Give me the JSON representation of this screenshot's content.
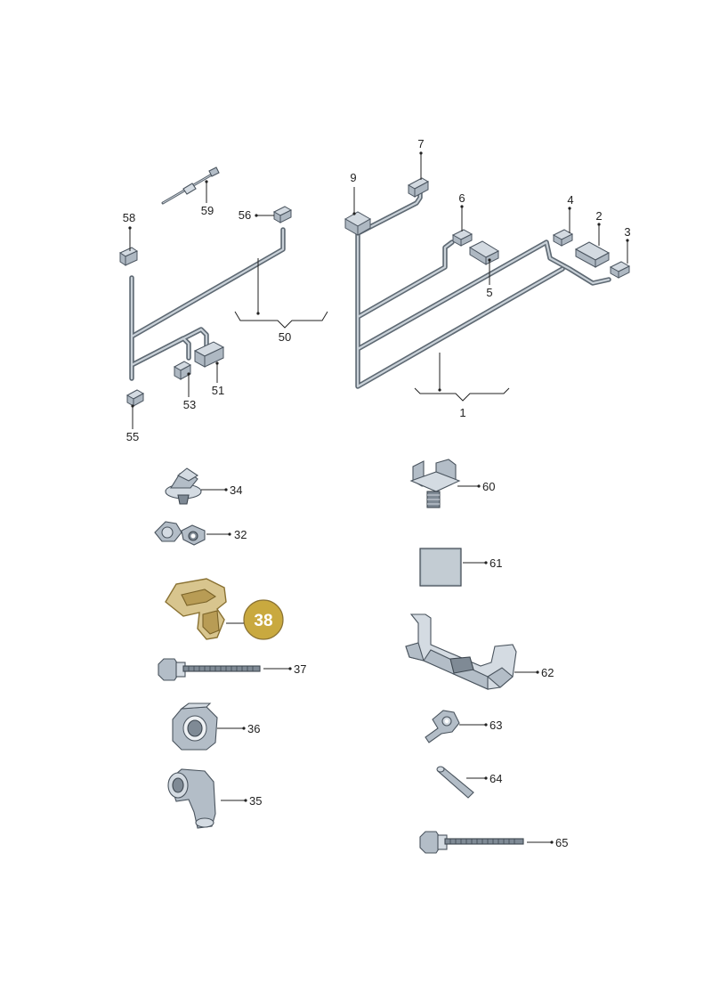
{
  "callouts": {
    "c1": "1",
    "c2": "2",
    "c3": "3",
    "c4": "4",
    "c5": "5",
    "c6": "6",
    "c7": "7",
    "c9": "9",
    "c32": "32",
    "c34": "34",
    "c35": "35",
    "c36": "36",
    "c37": "37",
    "c38": "38",
    "c50": "50",
    "c51": "51",
    "c53": "53",
    "c55": "55",
    "c56": "56",
    "c58": "58",
    "c59": "59",
    "c60": "60",
    "c61": "61",
    "c62": "62",
    "c63": "63",
    "c64": "64",
    "c65": "65"
  },
  "colors": {
    "highlight": "#c9a93f",
    "part_fill": "#b3bdc7",
    "line": "#222222"
  }
}
